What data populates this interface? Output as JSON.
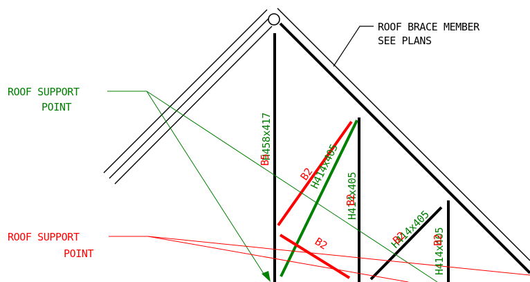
{
  "colors": {
    "black": "#000000",
    "green": "#008000",
    "red": "#ff0000",
    "background": "#ffffff"
  },
  "annotations": {
    "roof_brace": {
      "line1": "ROOF BRACE MEMBER",
      "line2": "SEE PLANS"
    },
    "support_green": {
      "line1": "ROOF SUPPORT",
      "line2": "POINT"
    },
    "support_red": {
      "line1": "ROOF SUPPORT",
      "line2": "POINT"
    }
  },
  "member_labels": {
    "h458x417": "H458x417",
    "b5": "B5",
    "b2_upper": "B2",
    "h414x405_diag": "H414x405",
    "b2_lower": "B2",
    "h414x405_vert": "H414x405",
    "b2_vert": "B2",
    "h414x405_small_diag": "H414x405",
    "b2_small": "B2",
    "h414x405_right": "H414x405",
    "b2_right": "B2"
  }
}
